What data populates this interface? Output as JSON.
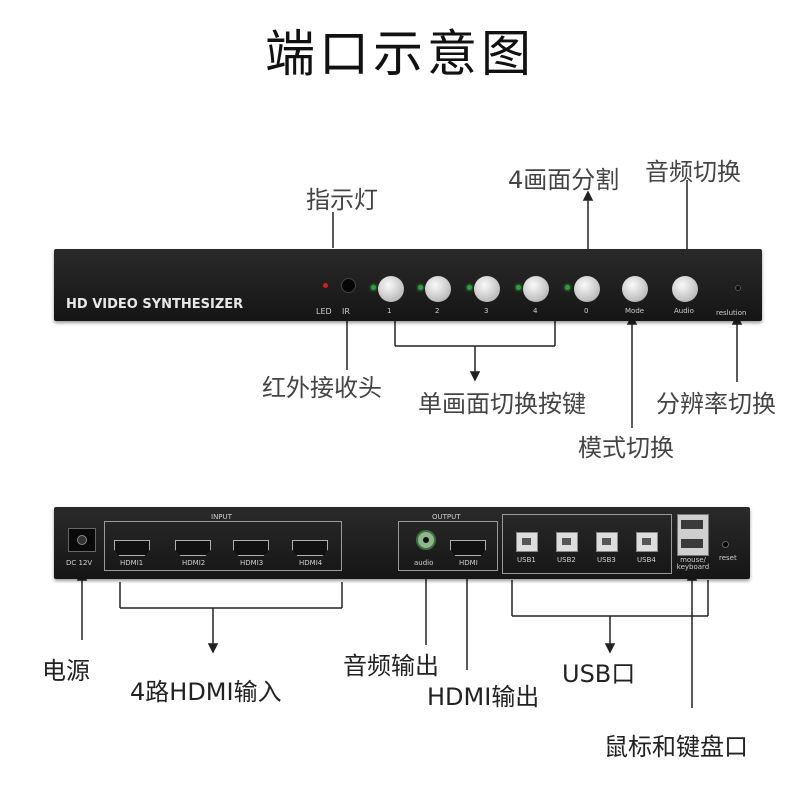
{
  "title": "端口示意图",
  "front": {
    "brand": "HD VIDEO SYNTHESIZER",
    "led_label": "LED",
    "ir_label": "IR",
    "buttons": [
      "1",
      "2",
      "3",
      "4",
      "0",
      "Mode",
      "Audio"
    ],
    "resolution_label": "reslution"
  },
  "back": {
    "dc_label": "DC 12V",
    "input_label": "INPUT",
    "hdmi_inputs": [
      "HDMI1",
      "HDMI2",
      "HDMI3",
      "HDMI4"
    ],
    "output_label": "OUTPUT",
    "audio_port": "audio",
    "hdmi_out": "HDMI",
    "usb_ports": [
      "USB1",
      "USB2",
      "USB3",
      "USB4"
    ],
    "mouse_label": "mouse/\nkeyboard",
    "reset_label": "reset"
  },
  "callouts": {
    "indicator": "指示灯",
    "split4": "4画面分割",
    "audio_switch": "音频切换",
    "ir_receiver": "红外接收头",
    "single_switch": "单画面切换按键",
    "mode_switch": "模式切换",
    "resolution_switch": "分辨率切换",
    "power": "电源",
    "hdmi_in": "4路HDMI输入",
    "audio_out": "音频输出",
    "hdmi_out": "HDMI输出",
    "usb": "USB口",
    "mouse_kb": "鼠标和键盘口"
  },
  "colors": {
    "panel": "#1c1c1c",
    "led_red": "#d02020",
    "led_green": "#2e9e3e"
  }
}
